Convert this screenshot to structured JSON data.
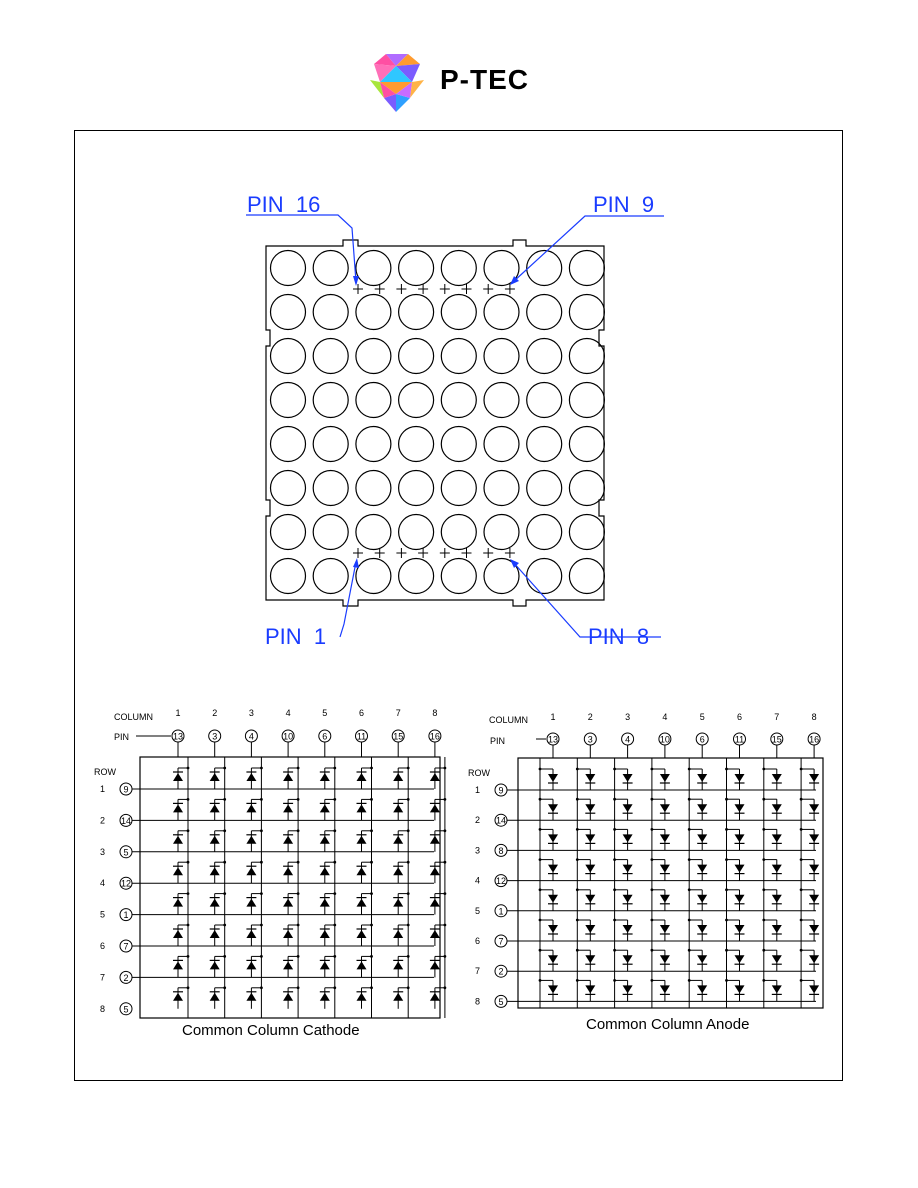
{
  "brand": {
    "name": "P-TEC",
    "logo_icon": "faceted-gem-logo-icon",
    "colors": [
      "#ff4fa3",
      "#7b5cff",
      "#2fc7ff",
      "#ff9b2f",
      "#a8e63c"
    ]
  },
  "top_view": {
    "labels": {
      "pin16": "PIN  16",
      "pin9": "PIN  9",
      "pin1": "PIN  1",
      "pin8": "PIN  8"
    },
    "led_rows": 8,
    "led_cols": 8
  },
  "cathode_schematic": {
    "title": "Common Column Cathode",
    "column_label": "COLUMN",
    "pin_label": "PIN",
    "row_label": "ROW",
    "columns": [
      "1",
      "2",
      "3",
      "4",
      "5",
      "6",
      "7",
      "8"
    ],
    "column_pins": [
      "13",
      "3",
      "4",
      "10",
      "6",
      "11",
      "15",
      "16"
    ],
    "rows": [
      "1",
      "2",
      "3",
      "4",
      "5",
      "6",
      "7",
      "8"
    ],
    "row_pins": [
      "9",
      "14",
      "5",
      "12",
      "1",
      "7",
      "2",
      "5"
    ]
  },
  "anode_schematic": {
    "title": "Common Column Anode",
    "column_label": "COLUMN",
    "pin_label": "PIN",
    "row_label": "ROW",
    "columns": [
      "1",
      "2",
      "3",
      "4",
      "5",
      "6",
      "7",
      "8"
    ],
    "column_pins": [
      "13",
      "3",
      "4",
      "10",
      "6",
      "11",
      "15",
      "16"
    ],
    "rows": [
      "1",
      "2",
      "3",
      "4",
      "5",
      "6",
      "7",
      "8"
    ],
    "row_pins": [
      "9",
      "14",
      "8",
      "12",
      "1",
      "7",
      "2",
      "5"
    ]
  },
  "colors": {
    "line": "#000000",
    "leader": "#1a3cff"
  }
}
